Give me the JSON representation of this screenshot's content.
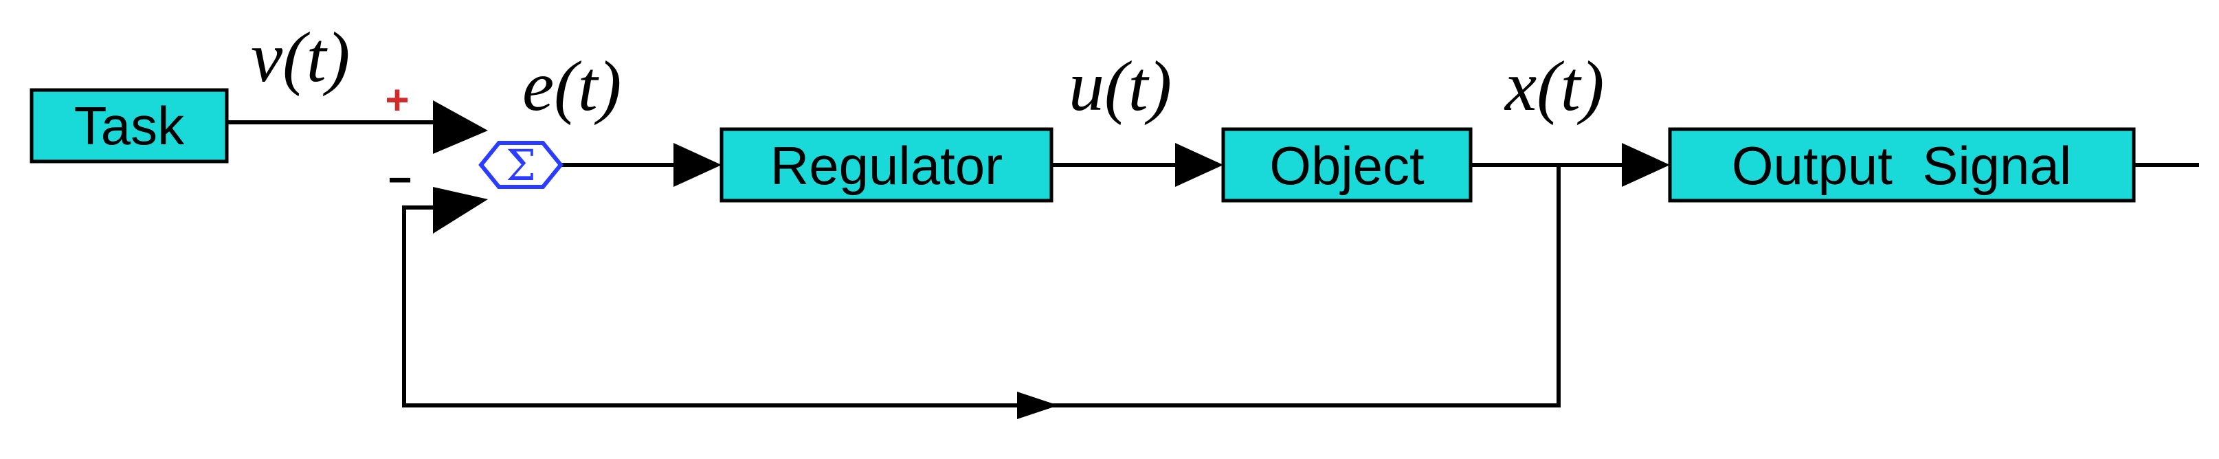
{
  "blocks": {
    "task": "Task",
    "regulator": "Regulator",
    "object": "Object",
    "output_signal": "Output  Signal"
  },
  "signals": {
    "v": "v(t)",
    "e": "e(t)",
    "u": "u(t)",
    "x": "x(t)"
  },
  "summing_junction": {
    "symbol": "Σ",
    "plus_sign": "+",
    "minus_sign": "−"
  },
  "colors": {
    "block_fill": "#1ad9d9",
    "summing_stroke": "#2a3cff",
    "plus_sign": "#d42a2a",
    "minus_sign": "#000000"
  }
}
